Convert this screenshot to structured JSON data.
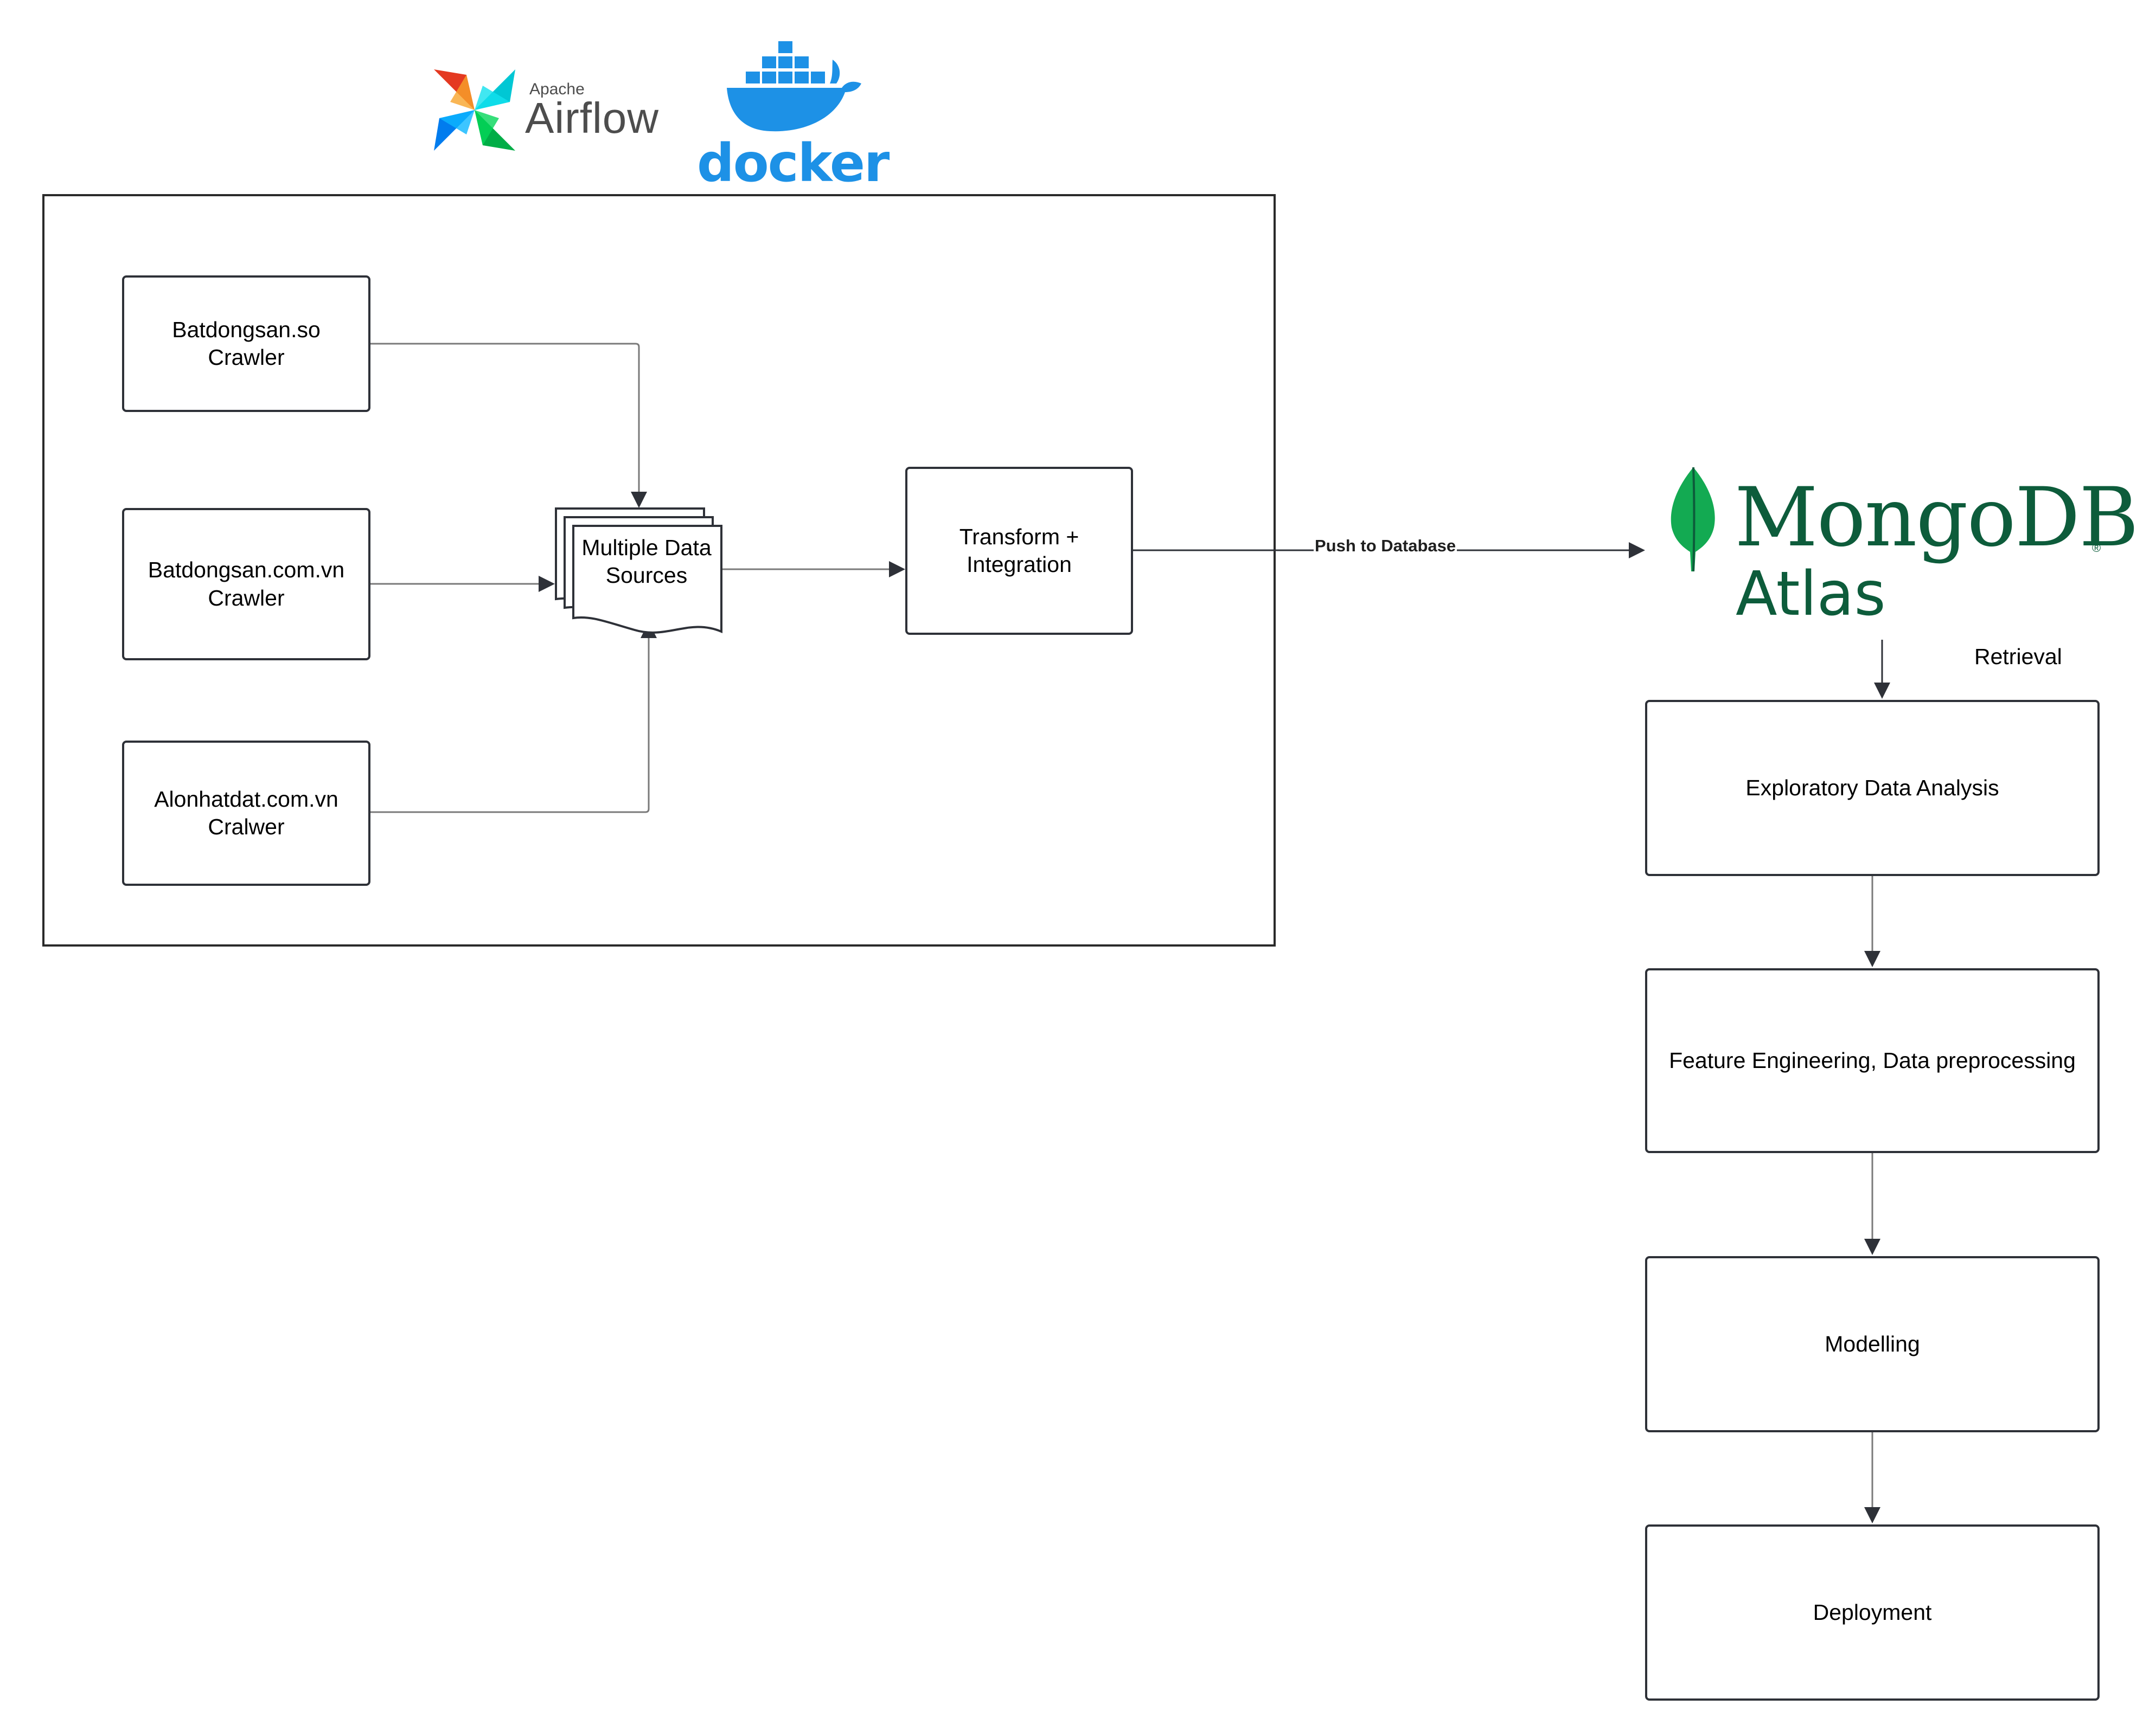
{
  "logos": {
    "airflow": {
      "small": "Apache",
      "name": "Airflow"
    },
    "docker": {
      "name": "docker"
    },
    "mongodb": {
      "name": "MongoDB",
      "registered": "®",
      "product": "Atlas"
    }
  },
  "pipeline": {
    "crawlers": [
      {
        "label": "Batdongsan.so\nCrawler"
      },
      {
        "label": "Batdongsan.com.vn\nCrawler"
      },
      {
        "label": "Alonhatdat.com.vn\nCralwer"
      }
    ],
    "multiple_sources": "Multiple Data\nSources",
    "transform": "Transform +\nIntegration",
    "push_label": "Push to Database"
  },
  "downstream": {
    "retrieval_label": "Retrieval",
    "steps": [
      {
        "label": "Exploratory Data Analysis"
      },
      {
        "label": "Feature Engineering, Data preprocessing"
      },
      {
        "label": "Modelling"
      },
      {
        "label": "Deployment"
      }
    ]
  },
  "colors": {
    "line": "#2e3138",
    "arrow": "#7a7a7a",
    "docker_blue": "#1d91e6",
    "mongo_green": "#0d5c3b",
    "mongo_leaf": "#13aa52"
  }
}
